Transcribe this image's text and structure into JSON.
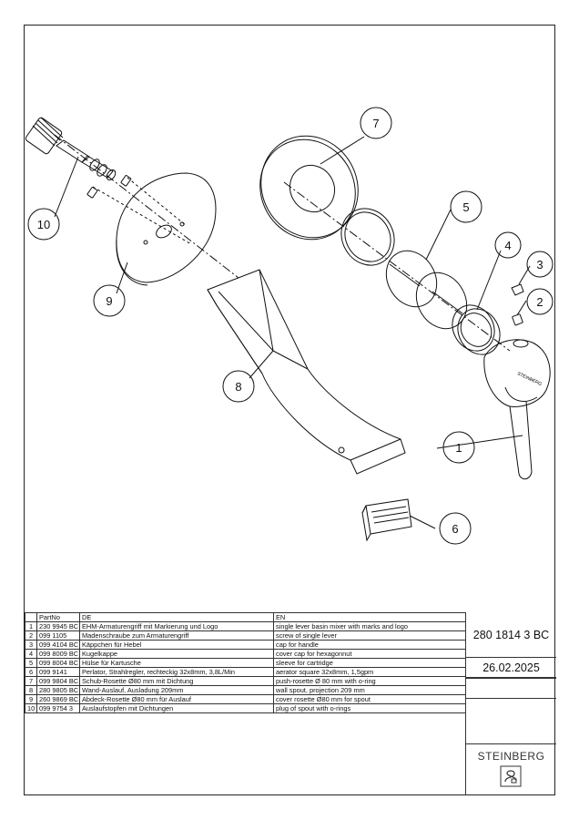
{
  "parts_header": {
    "pos": "",
    "part_no": "PartNo",
    "de": "DE",
    "en": "EN"
  },
  "parts": [
    {
      "pos": "1",
      "part_no": "230 9945 BC",
      "de": "EHM-Armaturengriff mit Markierung und Logo",
      "en": "single lever basin mixer with marks and logo"
    },
    {
      "pos": "2",
      "part_no": "099 1105",
      "de": "Madenschraube zum Armaturengriff",
      "en": "screw of single lever"
    },
    {
      "pos": "3",
      "part_no": "099 4104 BC",
      "de": "Käppchen für Hebel",
      "en": "cap for handle"
    },
    {
      "pos": "4",
      "part_no": "099 8009 BC",
      "de": "Kugelkappe",
      "en": "cover cap for hexagonnut"
    },
    {
      "pos": "5",
      "part_no": "099 8004 BC",
      "de": "Hülse für Kartusche",
      "en": "sleeve for cartridge"
    },
    {
      "pos": "6",
      "part_no": "099 9141",
      "de": "Perlator, Strahlregler, rechteckig 32x8mm, 3,8L/Min",
      "en": "aerator square 32x8mm, 1,5gpm"
    },
    {
      "pos": "7",
      "part_no": "099 9804 BC",
      "de": "Schub-Rosette Ø80 mm mit Dichtung",
      "en": "push-rosette Ø 80 mm with o-ring"
    },
    {
      "pos": "8",
      "part_no": "280 9805 BC",
      "de": "Wand-Auslauf, Ausladung 209mm",
      "en": "wall spout, projection 209 mm"
    },
    {
      "pos": "9",
      "part_no": "260 9869 BC",
      "de": "Abdeck-Rosette Ø80 mm für Auslauf",
      "en": "cover rosette Ø80 mm for spout"
    },
    {
      "pos": "10",
      "part_no": "099 9754 3",
      "de": "Auslaufstopfen mit Dichtungen",
      "en": "plug of spout with o-rings"
    }
  ],
  "title_block": {
    "article_no": "280 1814 3 BC",
    "date": "26.02.2025",
    "brand": "STEINBERG"
  },
  "drawing": {
    "lever_logo": "STEINBERG",
    "callouts": [
      "1",
      "2",
      "3",
      "4",
      "5",
      "6",
      "7",
      "8",
      "9",
      "10"
    ],
    "icons": [
      "steinberg-logo-icon"
    ]
  }
}
